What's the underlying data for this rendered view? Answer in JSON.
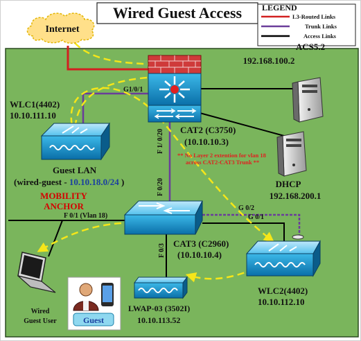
{
  "title": "Wired Guest Access",
  "legend": {
    "heading": "LEGEND",
    "items": [
      {
        "label": "L3-Routed Links",
        "color": "#d22020"
      },
      {
        "label": "Trunk Links",
        "color": "#6a3d9a"
      },
      {
        "label": "Access Links",
        "color": "#000000"
      }
    ]
  },
  "cloud": {
    "label": "Internet"
  },
  "acs": {
    "name": "ACS5.2",
    "ip": "192.168.100.2"
  },
  "dhcp": {
    "name": "DHCP",
    "ip": "192.168.200.1"
  },
  "wlc1": {
    "name": "WLC1(4402)",
    "ip": "10.10.111.10"
  },
  "cat2": {
    "name": "CAT2 (C3750)",
    "ip": "(10.10.10.3)"
  },
  "cat3": {
    "name": "CAT3 (C2960)",
    "ip": "(10.10.10.4)"
  },
  "guest_lan": {
    "label": "Guest LAN",
    "prefix": "(wired-guest - ",
    "subnet": "10.10.18.0/24",
    "suffix": " )"
  },
  "anchor": {
    "line1": "MOBILITY",
    "line2": "ANCHOR"
  },
  "note": {
    "line1": "** No Layer 2 extention for vlan 18",
    "line2": "across CAT2-CAT3 Trunk **"
  },
  "wlc2": {
    "name": "WLC2(4402)",
    "ip": "10.10.112.10"
  },
  "lwap": {
    "name": "LWAP-03 (3502I)",
    "ip": "10.10.113.52"
  },
  "laptop": {
    "line1": "Wired",
    "line2": "Guest User"
  },
  "guest_badge": "Guest",
  "ports": {
    "g101": "G1/0/1",
    "f1020": "F 1/ 0/20",
    "f020": "F 0/20",
    "f01": "F 0/1 (Vlan 18)",
    "f03": "F 0/3",
    "g02": "G 0/2",
    "g01": "G 0/1"
  },
  "colors": {
    "panel_bg": "#7ab55c",
    "l3": "#d22020",
    "trunk": "#6a3d9a",
    "access": "#000000",
    "mobility": "#f5e619",
    "anchor_text": "#d40000",
    "subnet_text": "#1a3fa0",
    "note_text": "#e02020"
  }
}
